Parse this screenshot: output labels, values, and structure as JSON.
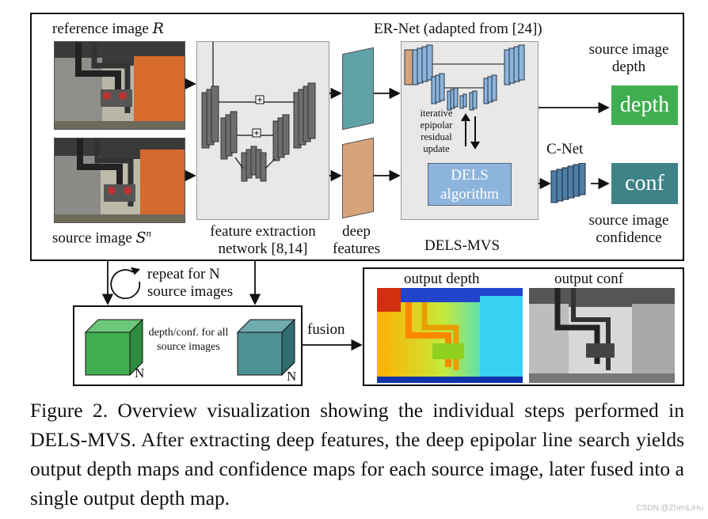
{
  "top": {
    "reference_label": "reference image",
    "reference_symbol": "R",
    "source_label": "source image",
    "source_symbol": "S",
    "source_sup": "n",
    "feature_net_label_line1": "feature extraction",
    "feature_net_label_line2": "network [8,14]",
    "deep_features_line1": "deep",
    "deep_features_line2": "features",
    "ernet_title": "ER-Net (adapted from [24])",
    "iterative_lines": [
      "iterative",
      "epipolar",
      "residual",
      "update"
    ],
    "dels_line1": "DELS",
    "dels_line2": "algorithm",
    "dels_mvs_label": "DELS-MVS",
    "cnet_label": "C-Net",
    "source_depth_line1": "source image",
    "source_depth_line2": "depth",
    "depth_box": "depth",
    "conf_box": "conf",
    "source_conf_line1": "source image",
    "source_conf_line2": "confidence"
  },
  "bottom": {
    "repeat_line1": "repeat for N",
    "repeat_line2": "source images",
    "stack_text_line1": "depth/conf. for all",
    "stack_text_line2": "source images",
    "n_left": "N",
    "n_right": "N",
    "fusion": "fusion",
    "output_depth": "output depth",
    "output_conf": "output conf"
  },
  "colors": {
    "depth_green": "#3fae4f",
    "conf_teal": "#3e8388",
    "deep_feature_teal": "#5fa3a8",
    "deep_feature_tan": "#d6a37a",
    "dels_blue": "#8db4dd"
  },
  "caption": "Figure 2. Overview visualization showing the individual steps performed in DELS-MVS. After extracting deep features, the deep epipolar line search yields output depth maps and confidence maps for each source image, later fused into a single output depth map.",
  "watermark": "CSDN @ZhenLiHu"
}
